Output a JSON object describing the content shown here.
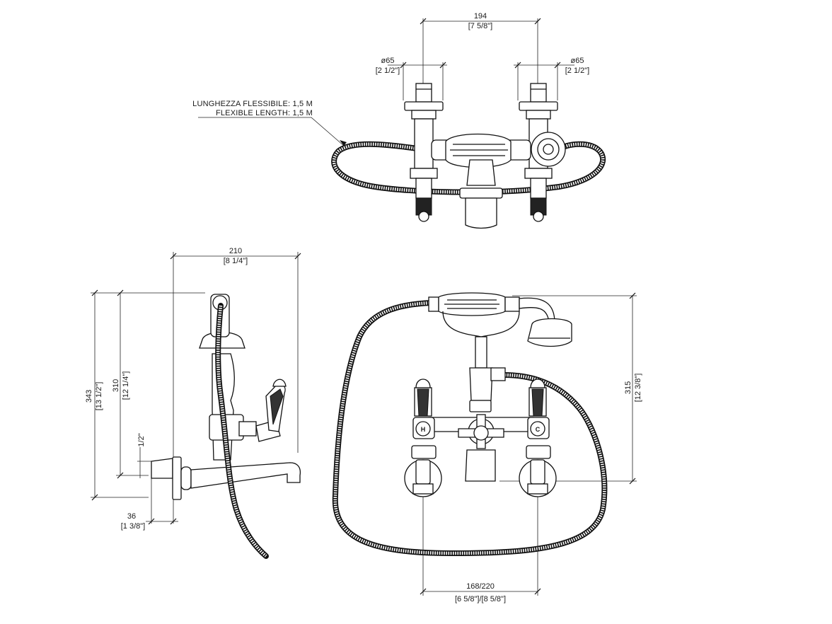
{
  "top_view": {
    "width_value": "194",
    "width_inch": "[7 5/8\"]",
    "flange_left_value": "ø65",
    "flange_left_inch": "[2 1/2\"]",
    "flange_right_value": "ø65",
    "flange_right_inch": "[2 1/2\"]",
    "hose_note_it": "LUNGHEZZA FLESSIBILE: 1,5 M",
    "hose_note_en": "FLEXIBLE LENGTH: 1,5 M"
  },
  "side_view": {
    "depth_value": "210",
    "depth_inch": "[8 1/4\"]",
    "height_overall": "343",
    "height_overall_inch": "[13 1/2\"]",
    "height_spout": "310",
    "height_spout_inch": "[12 1/4\"]",
    "thread": "1/2\"",
    "base_value": "36",
    "base_inch": "[1 3/8\"]"
  },
  "front_view": {
    "height_value": "315",
    "height_inch": "[12 3/8\"]",
    "centers_value": "168/220",
    "centers_inch": "[6 5/8\"]/[8 5/8\"]",
    "hot_label": "H",
    "cold_label": "C"
  }
}
